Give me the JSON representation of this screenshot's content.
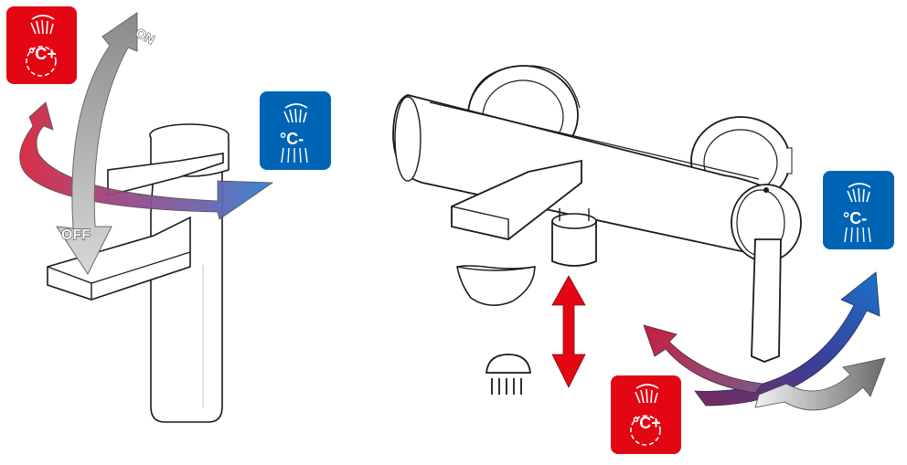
{
  "basin_mixer": {
    "hot_badge": {
      "label": "°C+",
      "color": "#e30613"
    },
    "cold_badge": {
      "label": "°C-",
      "color": "#0064b4"
    },
    "on_label": "ON",
    "off_label": "OFF"
  },
  "bath_mixer": {
    "cold_badge": {
      "label": "°C-",
      "color": "#0064b4"
    },
    "hot_badge": {
      "label": "°C+",
      "color": "#e30613"
    },
    "diverter_arrow_color": "#e30613"
  },
  "icons": [
    "hot-water-icon",
    "cold-water-icon",
    "bathtub-icon",
    "shower-head-icon"
  ]
}
